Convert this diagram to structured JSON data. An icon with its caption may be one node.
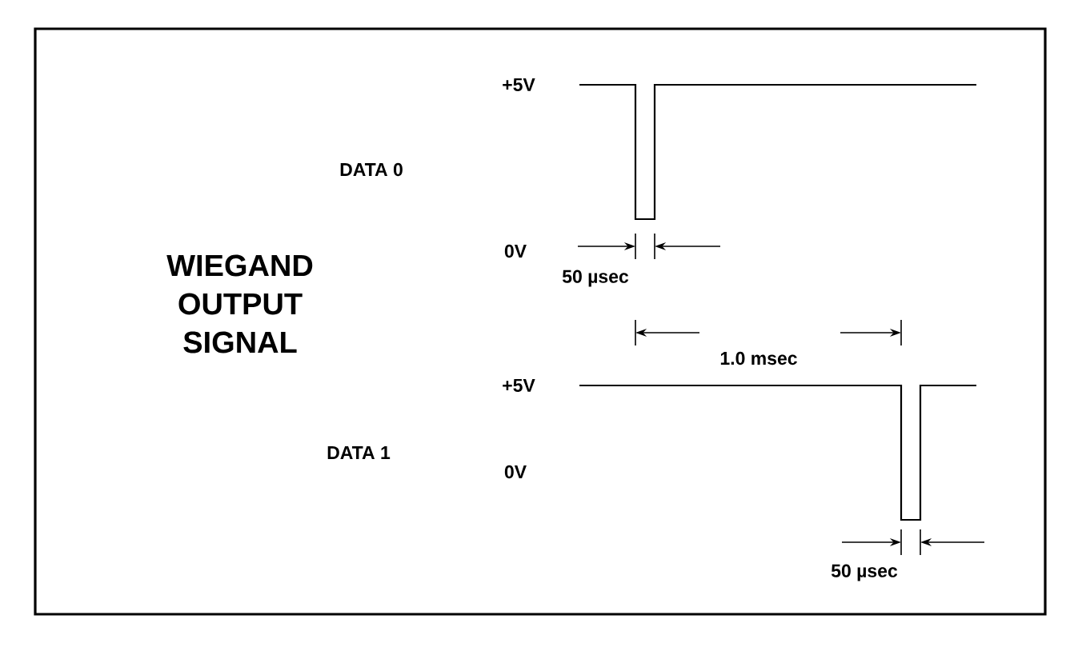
{
  "diagram": {
    "title": "WIEGAND OUTPUT SIGNAL",
    "labels": [
      "+5V",
      "DATA 0",
      "0V",
      "50 µsec",
      "1.0 msec",
      "+5V",
      "DATA 1",
      "0V",
      "50 µsec"
    ]
  }
}
